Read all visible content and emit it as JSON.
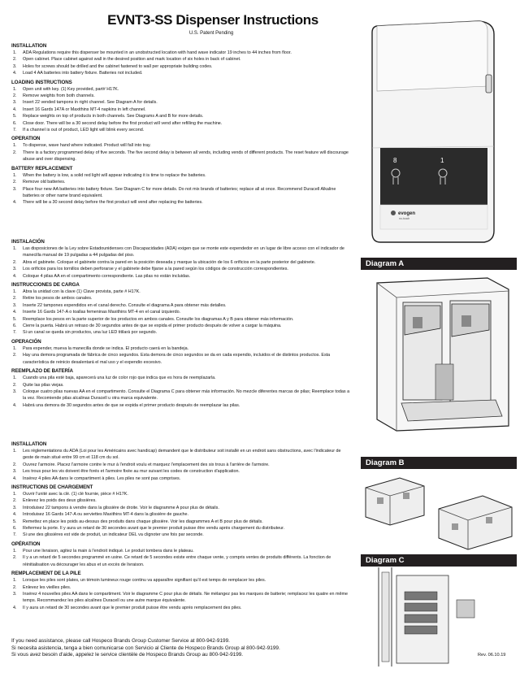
{
  "header": {
    "title": "EVNT3-SS Dispenser Instructions",
    "subtitle": "U.S. Patent Pending"
  },
  "english": {
    "installation": {
      "heading": "INSTALLATION",
      "items": [
        "ADA Regulations require this dispenser be mounted in an unobstructed location with hand wave indicator 19 inches to 44 inches from floor.",
        "Open cabinet. Place cabinet against wall in the desired position and mark location of six holes in back of cabinet.",
        "Holes for screws should be drilled and the cabinet fastened to wall per appropriate building codes.",
        "Load 4 AA batteries into battery fixture. Batteries not included."
      ]
    },
    "loading": {
      "heading": "LOADING INSTRUCTIONS",
      "items": [
        "Open unit with key. (1) Key provided, part# H17K.",
        "Remove weights from both channels.",
        "Insert 22 vended tampons in right channel. See Diagram A for details.",
        "Insert 16 Gards 147A or Maxithins MT-4 napkins in left channel.",
        "Replace weights on top of products in both channels. See Diagrams A and B for more details.",
        "Close door. There will be a 30 second delay before the first product will vend after refilling the machine.",
        "If a channel is out of product, LED light will blink every second."
      ]
    },
    "operation": {
      "heading": "OPERATION",
      "items": [
        "To dispense, wave hand where indicated. Product will fall into tray.",
        "There is a factory programmed delay of five seconds. The five second delay is between all vends, including vends of different products. The reset feature will discourage abuse and over dispensing."
      ]
    },
    "battery": {
      "heading": "BATTERY REPLACEMENT",
      "items": [
        "When the battery is low, a solid red light will appear indicating it is time to replace the batteries.",
        "Remove old batteries.",
        "Place four new AA batteries into battery fixture. See Diagram C for more details. Do not mix brands of batteries; replace all at once. Recommend Duracell Alkaline batteries or other name brand equivalent.",
        "There will be a 30 second delay before the first product will vend after replacing the batteries."
      ]
    }
  },
  "spanish": {
    "installation": {
      "heading": "INSTALACIÓN",
      "items": [
        "Las disposiciones de la Ley sobre Estadounidenses con Discapacidades (ADA) exigen que se monte este expendedor en un lugar de libre acceso con el indicador de manecilla manual de 19 pulgadas a 44 pulgadas del piso.",
        "Abra el gabinete. Coloque el gabinete contra la pared en la posición deseada y marque la ubicación de los 6 orificios en la parte posterior del gabinete.",
        "Los orificios para los tornillos deben perforarse y el gabinete debe fijarse a la pared según los códigos de construcción correspondientes.",
        "Coloque 4 pilas AA en el compartimento correspondiente. Las pilas no están incluidas."
      ]
    },
    "loading": {
      "heading": "INSTRUCCIONES DE CARGA",
      "items": [
        "Abra la unidad con la clave (1) Clave provista, parte # H17K.",
        "Retire los pesos de ambos canales.",
        "Inserte 22 tampones expendidos en el canal derecho. Consulte el diagrama A para obtener más detalles.",
        "Inserte 16 Gards 147-A o toallas femeninas Maxithins MT-4 en el canal izquierdo.",
        "Reemplace los pesos en la parte superior de los productos en ambos canales. Consulte los diagramas A y B para obtener más información.",
        "Cierre la puerta. Habrá un retraso de 30 segundos antes de que se expida el primer producto después de volver a cargar la máquina.",
        "Si un canal se queda sin productos, una luz LED titilará por segundo."
      ]
    },
    "operation": {
      "heading": "OPERACIÓN",
      "items": [
        "Para expender, mueva la manecilla donde se indica. El producto caerá en la bandeja.",
        "Hay una demora programada de fábrica de cinco segundos. Esta demora de cinco segundos se da en cada expendio, incluidos el de distintos productos. Esta característica de reinicio desalentará el mal uso y el expendio excesivo."
      ]
    },
    "battery": {
      "heading": "REEMPLAZO DE BATERÍA",
      "items": [
        "Cuando una pila esté baja, aparecerá una luz de color rojo que indica que es hora de reemplazarla.",
        "Quite las pilas viejas.",
        "Coloque cuatro pilas nuevas AA en el compartimento. Consulte el Diagrama C para obtener más información. No mezcle diferentes marcas de pilas; Reemplace todas a la vez. Recomiende pilas alcalinas Duracell u otra marca equivalente.",
        "Habrá una demora de 30 segundos antes de que se expida el primer producto después de reemplazar las pilas."
      ]
    }
  },
  "french": {
    "installation": {
      "heading": "INSTALLATION",
      "items": [
        "Les réglementations du ADA (Loi pour les Américains avec handicap) demandent que le distributeur soit installé en un endroit sans obstructions, avec l'indicateur de geste de main situé entre 99 cm et 118 cm du sol.",
        "Ouvrez l'armoire. Placez l'armoire contre le mur à l'endroit voulu et marquez l'emplacement des six trous à l'arrière de l'armoire.",
        "Les trous pour les vis doivent être forés et l'armoire fixée au mur suivant les codes de construction d'application.",
        "Insérez 4 piles AA dans le compartiment à piles. Les piles ne sont pas comprises."
      ]
    },
    "loading": {
      "heading": "INSTRUCTIONS DE CHARGEMENT",
      "items": [
        "Ouvrir l'unité avec la clé. (1) clé fournie, pièce # H17K.",
        "Enlevez les poids des deux glissières.",
        "Introduisez 22 tampons à vendre dans la glissière de droite. Voir le diagramme A pour plus de détails.",
        "Introduisez 16 Gards 147-A ou serviettes Maxithins MT-4 dans la glissière de gauche.",
        "Remettez en place les poids au-dessus des produits dans chaque glissière. Voir les diagrammes A et B pour plus de détails.",
        "Refermez la porte. Il y aura un retard de 30 secondes avant que le premier produit puisse être vendu après chargement du distributeur.",
        "Si une des glissières est vide de produit, un indicateur DEL va clignoter une fois par seconde."
      ]
    },
    "operation": {
      "heading": "OPÉRATION",
      "items": [
        "Pour une livraison, agitez la main à l'endroit indiqué. Le produit tombera dans le plateau.",
        "Il y a un retard de 5 secondes programmé en usine. Ce retard de 5 secondes existe entre chaque vente, y compris ventes de produits différents. La fonction de réinitialisation va décourager les abus et un excès de livraison."
      ]
    },
    "battery": {
      "heading": "REMPLACEMENT DE LA PILE",
      "items": [
        "Lorsque les piles sont plates, un témoin lumineux rouge continu va apparaître signifiant qu'il est temps de remplacer les piles.",
        "Enlevez les vieilles piles.",
        "Insérez 4 nouvelles piles AA dans le compartiment. Voir le diagramme C pour plus de détails. Ne mélangez pas les marques de batterie; remplacez les quatre en même temps. Recommandez les piles alcalines Duracell ou une autre marque équivalente.",
        "Il y aura un retard de 30 secondes avant que le premier produit puisse être vendu après remplacement des piles."
      ]
    }
  },
  "diagrams": {
    "a": "Diagram A",
    "b": "Diagram B",
    "c": "Diagram C"
  },
  "product": {
    "brand": "evogen",
    "brand_sub": "no-touch",
    "left_channel": "8",
    "right_channel": "1"
  },
  "footer": {
    "en": "If you need assistance, please call Hospeco Brands Group Customer Service at 800-942-9199.",
    "es": "Si necesita asistencia, tenga a bien comunicarse con Servicio al Cliente de Hospeco Brands Group al 800-942-9199.",
    "fr": "Si vous avez besoin d'aide, appelez le service clientèle de Hospeco Brands Group au 800-942-9199.",
    "rev": "Rev. 06.10.19"
  }
}
